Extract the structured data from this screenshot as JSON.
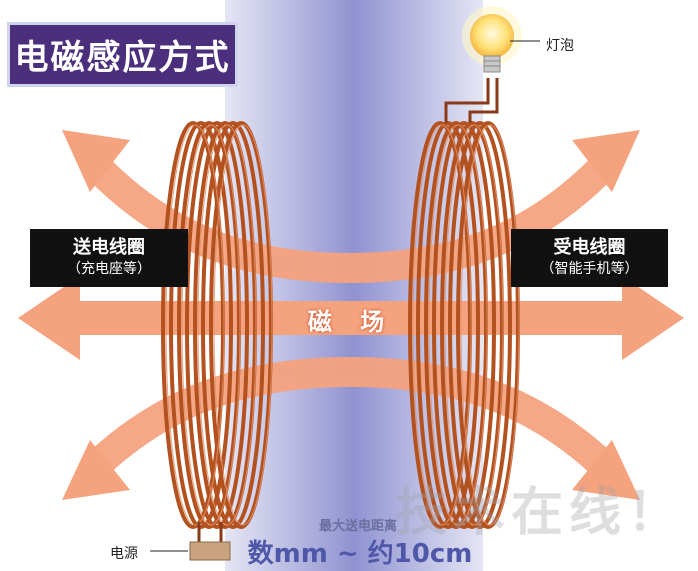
{
  "title": "电磁感应方式",
  "transmitter": {
    "label": "送电线圈",
    "sublabel": "（充电座等）"
  },
  "receiver": {
    "label": "受电线圈",
    "sublabel": "（智能手机等）"
  },
  "field_label": "磁 场",
  "bulb_label": "灯泡",
  "power_label": "电源",
  "distance": {
    "title": "最大送电距离",
    "value": "数mm ~ 约10cm"
  },
  "watermark": "技术在线！",
  "colors": {
    "title_bg": "#4b2f7d",
    "band": "#8a8ccf",
    "coil": "#b3511f",
    "arrow": "#f5a27e",
    "label_bg": "#111111"
  }
}
